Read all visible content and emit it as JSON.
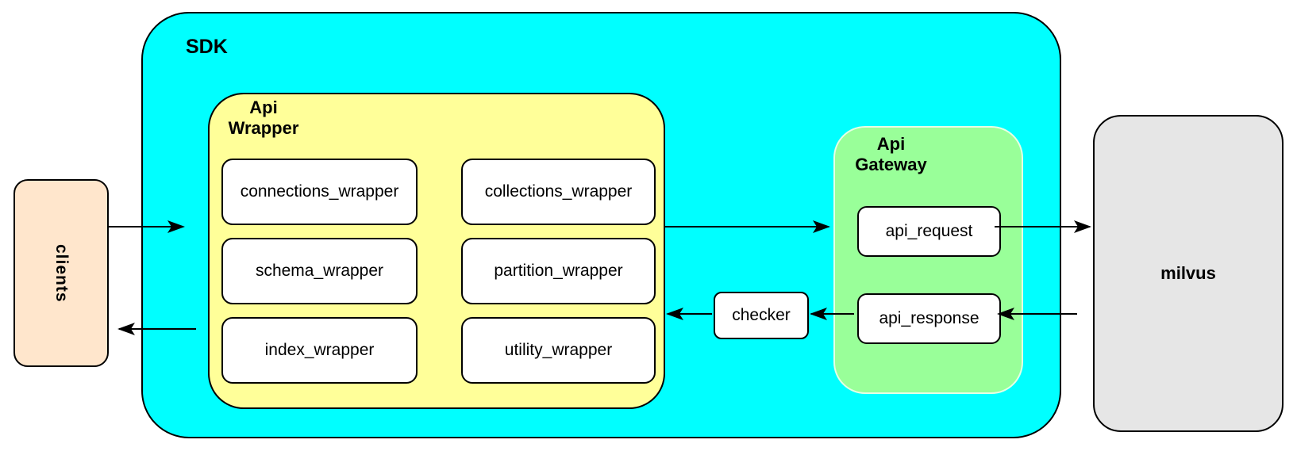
{
  "diagram": {
    "clients": {
      "label": "clients"
    },
    "sdk": {
      "label": "SDK"
    },
    "api_wrapper": {
      "label": "Api Wrapper",
      "modules": [
        "connections_wrapper",
        "collections_wrapper",
        "schema_wrapper",
        "partition_wrapper",
        "index_wrapper",
        "utility_wrapper"
      ]
    },
    "checker": {
      "label": "checker"
    },
    "api_gateway": {
      "label": "Api Gateway",
      "request_label": "api_request",
      "response_label": "api_response"
    },
    "milvus": {
      "label": "milvus"
    },
    "connections": [
      {
        "from": "clients",
        "to": "sdk"
      },
      {
        "from": "api_wrapper",
        "to": "clients"
      },
      {
        "from": "api_wrapper",
        "to": "api_gateway"
      },
      {
        "from": "api_request",
        "to": "milvus"
      },
      {
        "from": "milvus",
        "to": "api_response"
      },
      {
        "from": "api_response",
        "to": "checker"
      },
      {
        "from": "checker",
        "to": "api_wrapper"
      }
    ],
    "colors": {
      "sdk_fill": "#00ffff",
      "api_wrapper_fill": "#ffff99",
      "api_gateway_fill": "#99ff99",
      "clients_fill": "#ffe6cc",
      "milvus_fill": "#e6e6e6",
      "module_fill": "#ffffff",
      "stroke": "#000000"
    }
  }
}
